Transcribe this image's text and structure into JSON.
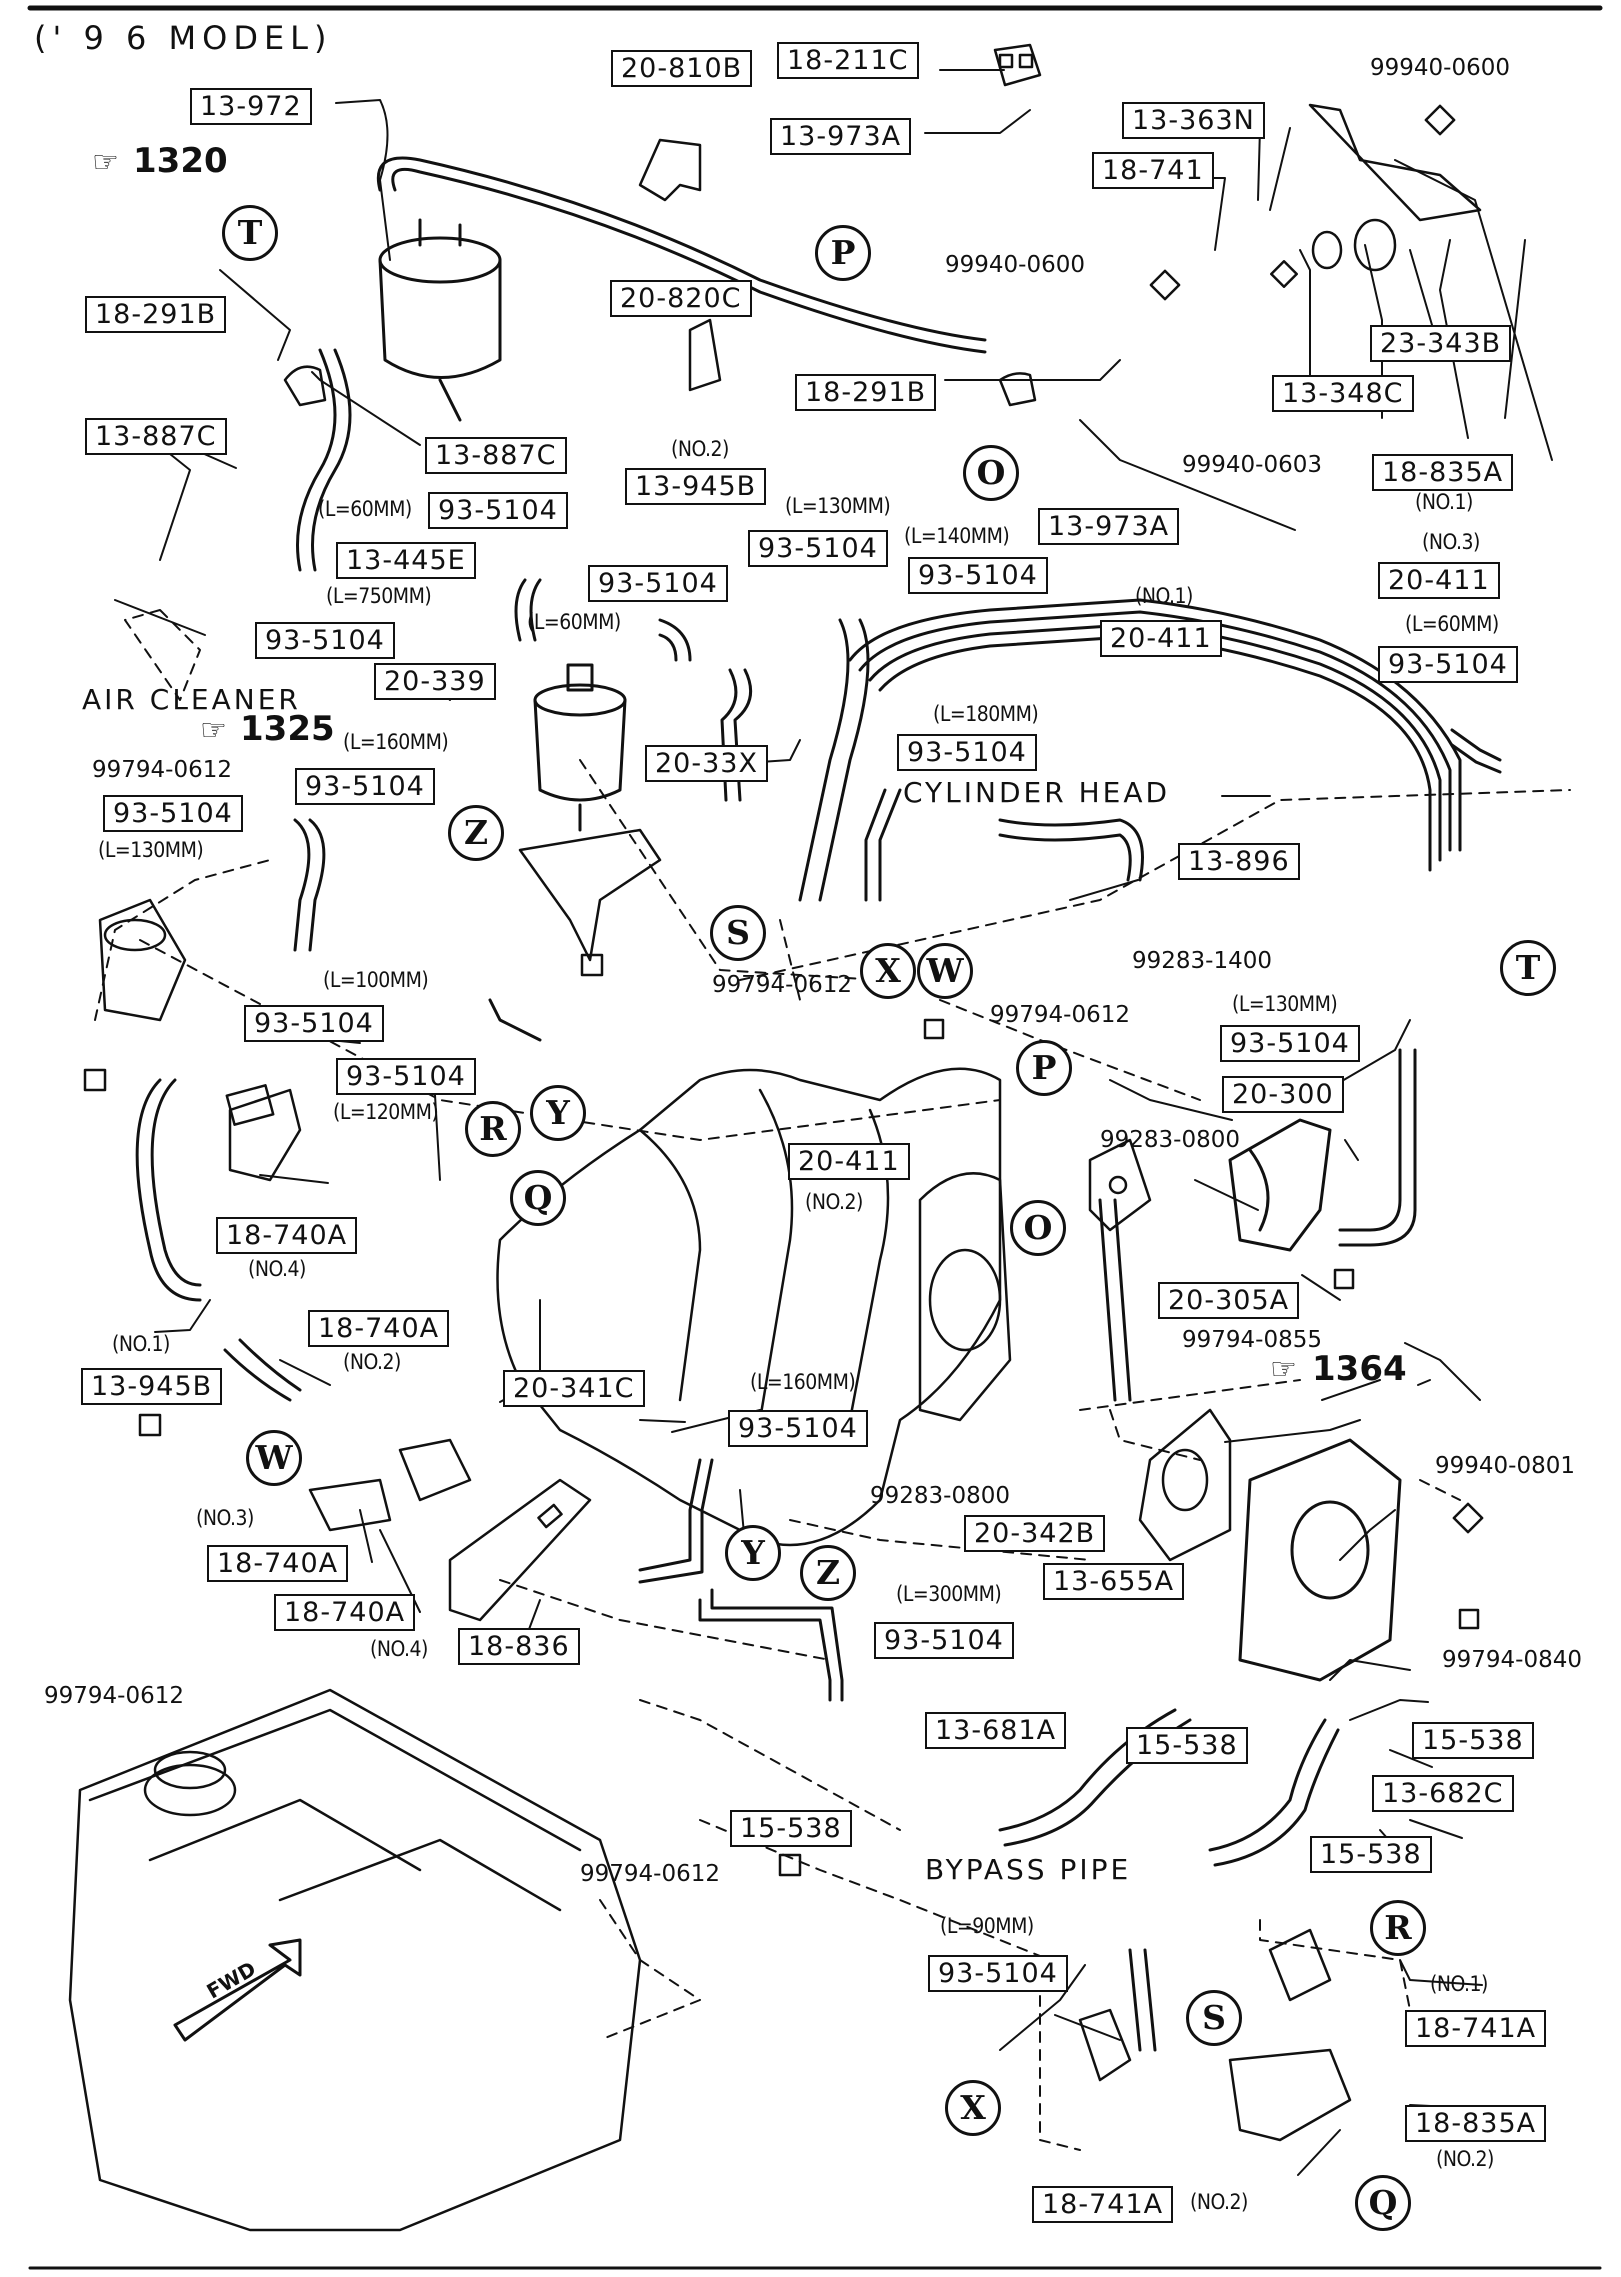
{
  "header": {
    "title": "(' 9 6  MODEL)"
  },
  "part_labels": [
    "20-810B",
    "18-211C",
    "13-972",
    "13-973A",
    "13-363N",
    "18-741",
    "18-291B",
    "13-887C",
    "13-887C",
    "20-820C",
    "18-291B",
    "23-343B",
    "13-348C",
    "18-835A",
    "13-945B",
    "93-5104",
    "13-445E",
    "93-5104",
    "93-5104",
    "93-5104",
    "93-5104",
    "13-973A",
    "20-411",
    "20-411",
    "93-5104",
    "20-339",
    "20-33X",
    "93-5104",
    "93-5104",
    "93-5104",
    "13-896",
    "93-5104",
    "93-5104",
    "93-5104",
    "20-300",
    "20-411",
    "18-740A",
    "18-740A",
    "20-305A",
    "13-945B",
    "20-341C",
    "93-5104",
    "18-740A",
    "18-740A",
    "18-836",
    "20-342B",
    "13-655A",
    "93-5104",
    "13-681A",
    "15-538",
    "15-538",
    "13-682C",
    "15-538",
    "15-538",
    "93-5104",
    "18-741A",
    "18-835A",
    "18-741A"
  ],
  "part_numbers": [
    "99940-0600",
    "99940-0600",
    "99940-0603",
    "99794-0612",
    "99794-0612",
    "99283-1400",
    "99794-0612",
    "99283-0800",
    "99794-0855",
    "99283-0800",
    "99940-0801",
    "99794-0840",
    "99794-0612",
    "99794-0612"
  ],
  "notes": [
    "(NO.2)",
    "(L=130MM)",
    "(L=140MM)",
    "(NO.1)",
    "(NO.1)",
    "(NO.3)",
    "(L=60MM)",
    "(L=750MM)",
    "(L=60MM)",
    "(L=60MM)",
    "(L=160MM)",
    "(L=130MM)",
    "(L=180MM)",
    "(L=100MM)",
    "(L=120MM)",
    "(L=130MM)",
    "(NO.2)",
    "(NO.4)",
    "(NO.2)",
    "(NO.1)",
    "(L=160MM)",
    "(NO.3)",
    "(L=300MM)",
    "(NO.4)",
    "(L=90MM)",
    "(NO.1)",
    "(NO.2)",
    "(NO.2)"
  ],
  "section_refs": [
    "1320",
    "1325",
    "1364"
  ],
  "text_labels": [
    "AIR CLEANER",
    "CYLINDER HEAD",
    "BYPASS PIPE"
  ],
  "connectors": [
    "T",
    "P",
    "O",
    "Z",
    "S",
    "X",
    "W",
    "T",
    "R",
    "Y",
    "Q",
    "P",
    "O",
    "W",
    "Y",
    "Z",
    "R",
    "S",
    "X",
    "Q"
  ],
  "fwd_label": "FWD"
}
